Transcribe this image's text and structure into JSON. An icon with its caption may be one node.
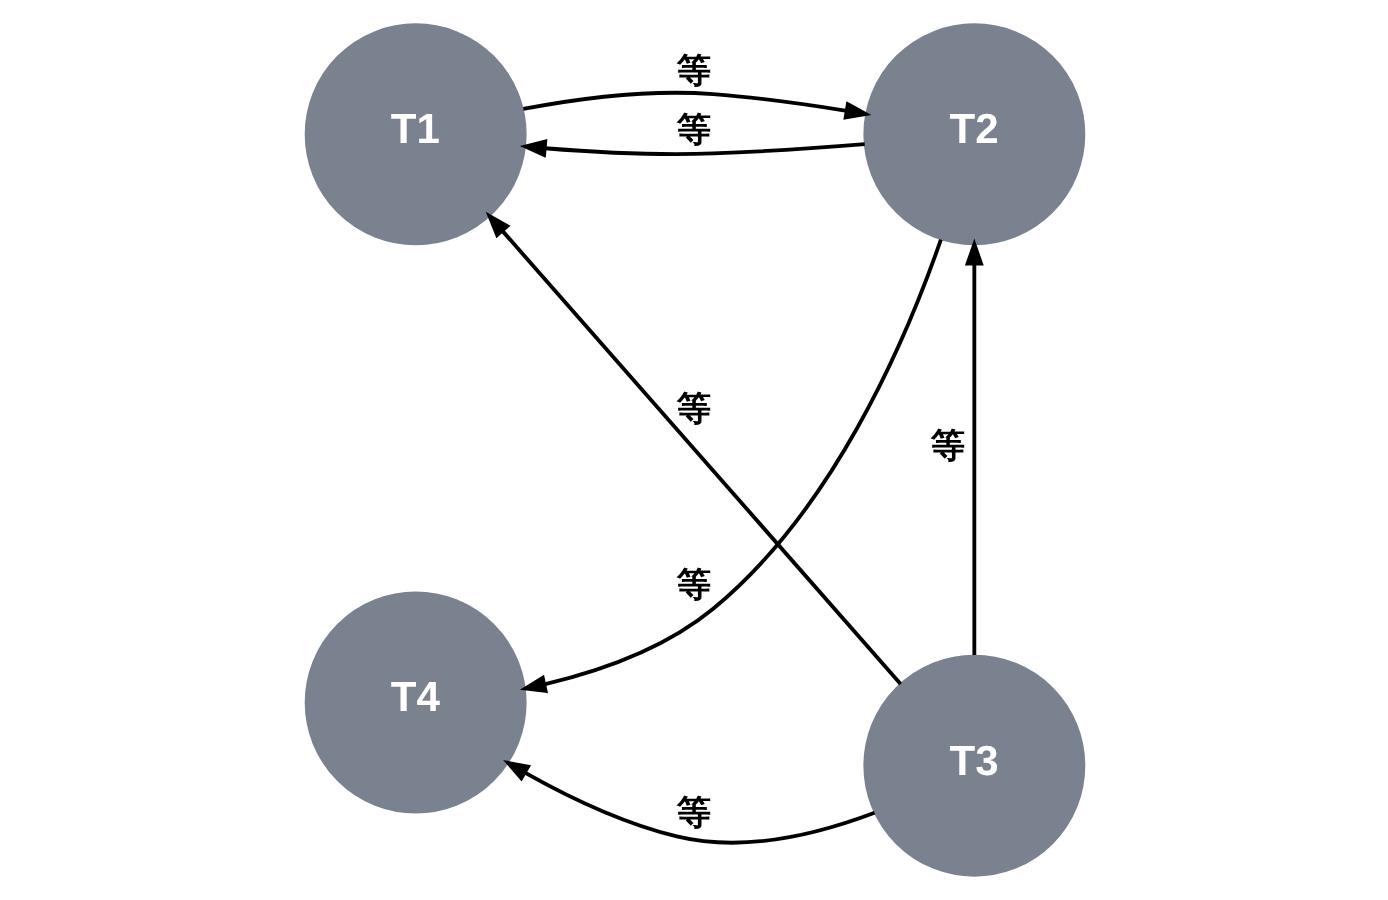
{
  "diagram": {
    "nodes": [
      {
        "text": [
          "T1"
        ]
      },
      {
        "text": [
          "T2"
        ]
      },
      {
        "text": [
          "T4"
        ]
      },
      {
        "text": [
          "T3"
        ]
      }
    ],
    "edges": [
      {
        "from": 0,
        "to": 1,
        "arrow": "to",
        "label": "等"
      },
      {
        "from": 1,
        "to": 0,
        "arrow": "to",
        "label": "等"
      },
      {
        "from": 1,
        "to": 2,
        "arrow": "to",
        "label": "等"
      },
      {
        "from": 3,
        "to": 0,
        "arrow": "to",
        "label": "等"
      },
      {
        "from": 3,
        "to": 1,
        "arrow": "to",
        "label": "等"
      },
      {
        "from": 3,
        "to": 2,
        "arrow": "to",
        "label": "等"
      }
    ]
  }
}
